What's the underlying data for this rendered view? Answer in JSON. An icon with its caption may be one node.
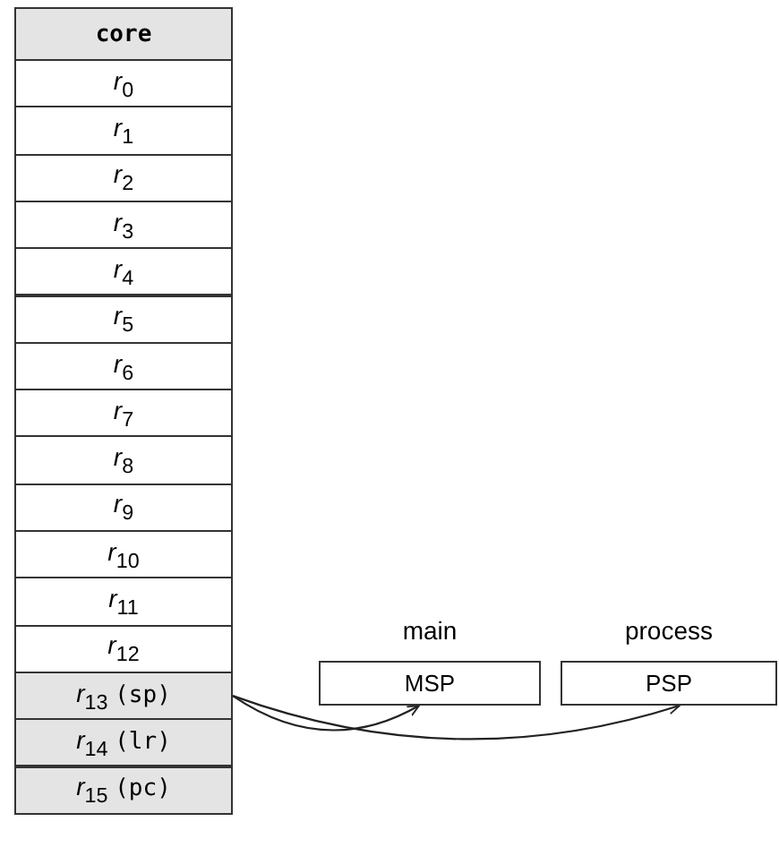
{
  "diagram": {
    "nodes": [
      {
        "text": [
          "core"
        ]
      },
      {
        "text": [
          "*r*$_{0}$"
        ]
      },
      {
        "text": [
          "*r*$_{1}$"
        ]
      },
      {
        "text": [
          "*r*$_{2}$"
        ]
      },
      {
        "text": [
          "*r*$_{3}$"
        ]
      },
      {
        "text": [
          "*r*$_{4}$"
        ]
      },
      {
        "text": [
          "*r*$_{5}$"
        ]
      },
      {
        "text": [
          "*r*$_{6}$"
        ]
      },
      {
        "text": [
          "*r*$_{7}$"
        ]
      },
      {
        "text": [
          "*r*$_{8}$"
        ]
      },
      {
        "text": [
          "*r*$_{9}$"
        ]
      },
      {
        "text": [
          "*r*$_{10}$"
        ]
      },
      {
        "text": [
          "*r*$_{11}$"
        ]
      },
      {
        "text": [
          "*r*$_{12}$"
        ]
      },
      {
        "text": [
          "*r*$_{13}$ (sp)"
        ]
      },
      {
        "text": [
          "*r*$_{14}$ (lr)"
        ]
      },
      {
        "text": [
          "*r*$_{15}$ (pc)"
        ]
      },
      {
        "text": [
          "main",
          "MSP"
        ]
      },
      {
        "text": [
          "process",
          "PSP"
        ]
      }
    ],
    "edges": [
      {
        "from": 14,
        "to": 17,
        "arrow": "to"
      },
      {
        "from": 14,
        "to": 18,
        "arrow": "to"
      }
    ]
  }
}
